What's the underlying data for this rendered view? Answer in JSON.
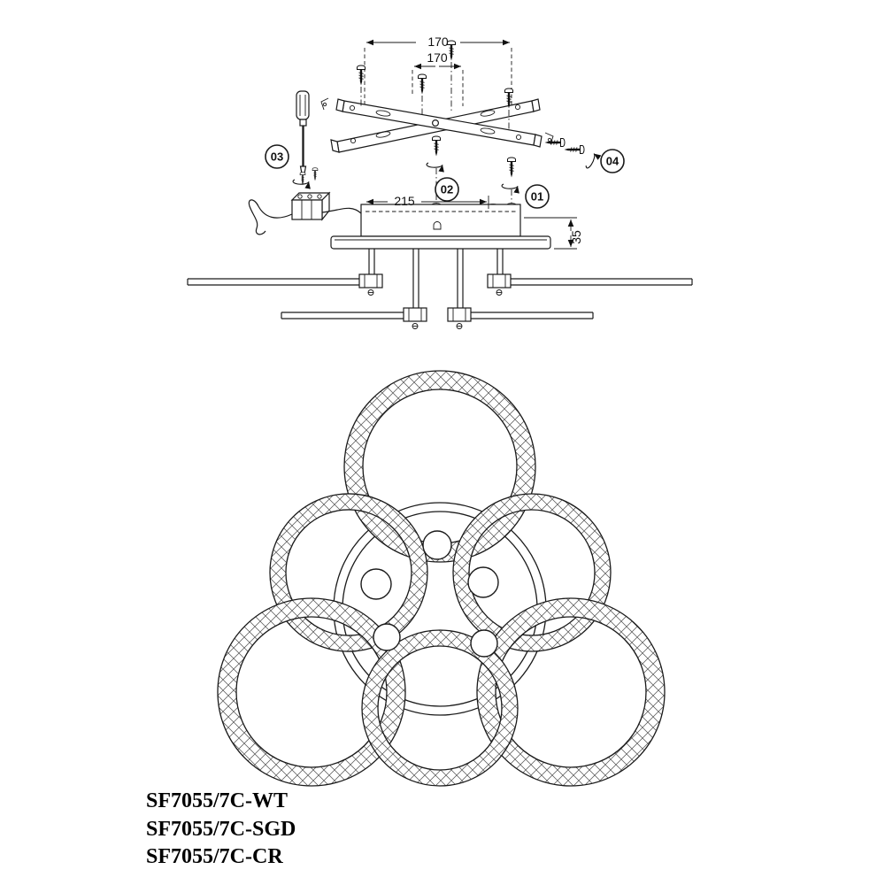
{
  "diagram": {
    "dimensions": {
      "bracket_span": "170",
      "bracket_inner_span": "170",
      "canopy_width": "215",
      "canopy_height": "35"
    },
    "steps": [
      {
        "label": "01"
      },
      {
        "label": "02"
      },
      {
        "label": "03"
      },
      {
        "label": "04"
      }
    ],
    "models": [
      "SF7055/7C-WT",
      "SF7055/7C-SGD",
      "SF7055/7C-CR"
    ]
  }
}
